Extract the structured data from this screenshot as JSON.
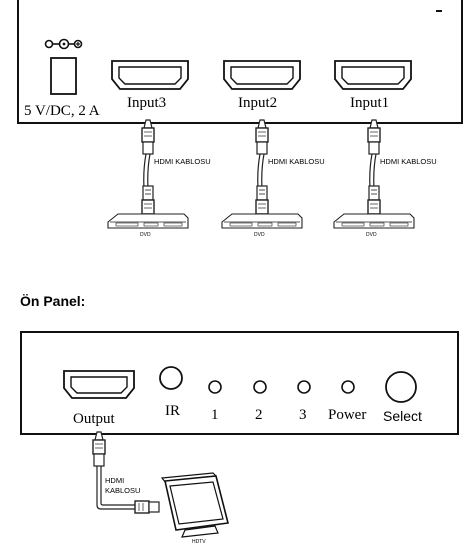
{
  "rear_panel": {
    "power_label": "5 V/DC, 2 A",
    "ports": [
      {
        "label": "Input3"
      },
      {
        "label": "Input2"
      },
      {
        "label": "Input1"
      }
    ],
    "cable_label": "HDMI KABLOSU",
    "devices": [
      {
        "label": "DVD"
      },
      {
        "label": "DVD"
      },
      {
        "label": "DVD"
      }
    ]
  },
  "front_panel": {
    "heading": "Ön Panel:",
    "output_label": "Output",
    "ir_label": "IR",
    "led_labels": [
      "1",
      "2",
      "3",
      "Power"
    ],
    "select_label": "Select",
    "cable_label_line1": "HDMI",
    "cable_label_line2": "KABLOSU",
    "tv_label": "HDTV"
  }
}
